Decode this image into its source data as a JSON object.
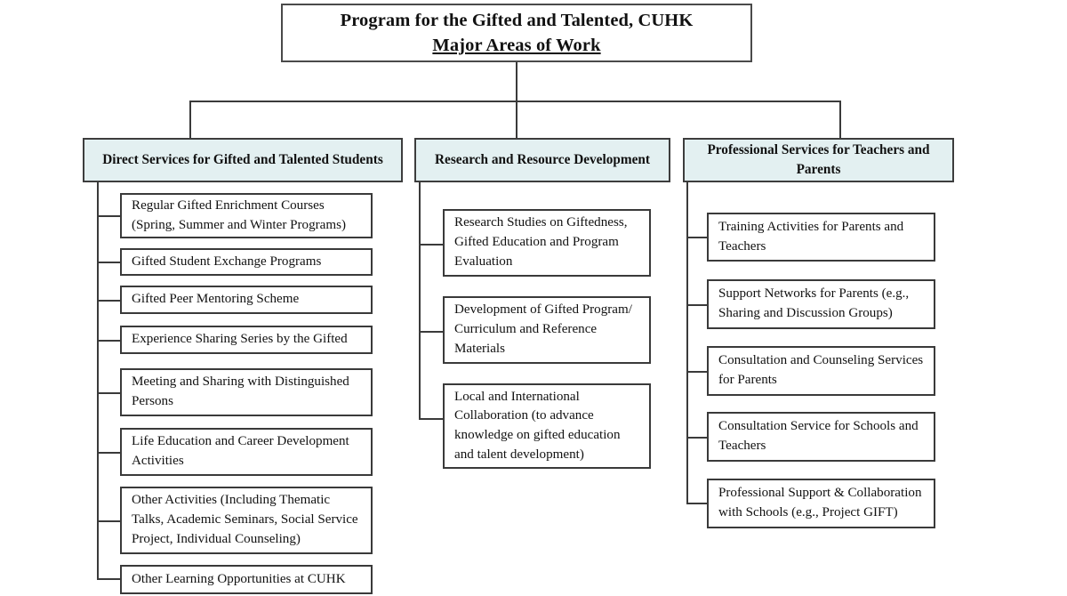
{
  "diagram": {
    "title_box": {
      "line1": "Program for the Gifted and Talented, CUHK",
      "line2": "Major Areas of Work"
    },
    "accent_color": "#e3f0f1",
    "border_color": "#3a3a3a",
    "text_color": "#111111",
    "branches": [
      {
        "heading": "Direct Services for Gifted and Talented Students",
        "items": [
          "Regular Gifted Enrichment Courses (Spring, Summer and Winter Programs)",
          "Gifted Student Exchange Programs",
          "Gifted Peer Mentoring Scheme",
          "Experience Sharing Series by the Gifted",
          "Meeting and Sharing with Distinguished Persons",
          "Life Education and Career Development Activities",
          "Other Activities (Including Thematic Talks, Academic Seminars, Social Service Project, Individual Counseling)",
          "Other Learning Opportunities at CUHK"
        ]
      },
      {
        "heading": "Research and Resource Development",
        "items": [
          "Research Studies on Giftedness, Gifted Education and Program Evaluation",
          "Development of Gifted Program/ Curriculum and Reference Materials",
          "Local and International Collaboration (to advance knowledge on gifted education and talent development)"
        ]
      },
      {
        "heading": "Professional Services for Teachers and Parents",
        "items": [
          "Training Activities for Parents and Teachers",
          "Support Networks for Parents (e.g., Sharing and Discussion Groups)",
          "Consultation and Counseling Services for Parents",
          "Consultation Service for Schools and Teachers",
          "Professional Support & Collaboration with Schools (e.g., Project GIFT)"
        ]
      }
    ]
  }
}
